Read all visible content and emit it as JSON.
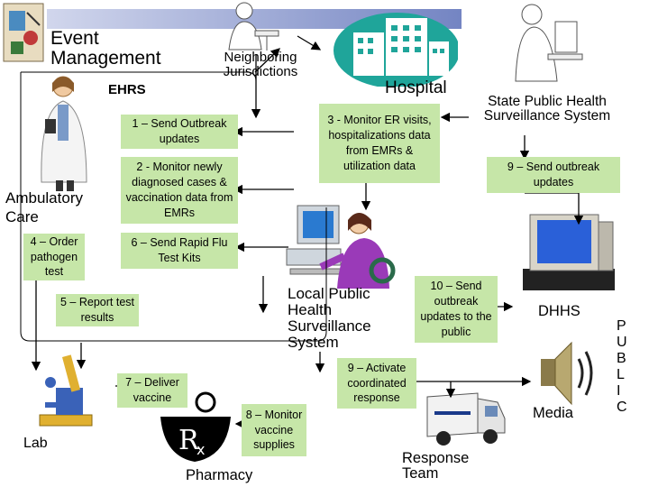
{
  "title": "Event Management",
  "labels": {
    "neighboring": "Neighboring Jurisdictions",
    "hospital": "Hospital",
    "ehrs": "EHRS",
    "state": "State Public Health Surveillance System",
    "ambulatory": "Ambulatory Care",
    "local": "Local Public Health Surveillance System",
    "dhhs": "DHHS",
    "media": "Media",
    "lab": "Lab",
    "pharmacy": "Pharmacy",
    "response": "Response Team",
    "public": "PUBLIC"
  },
  "steps": {
    "s1": "1 – Send Outbreak updates",
    "s2": "2 - Monitor newly diagnosed cases & vaccination data from EMRs",
    "s3": "3 - Monitor ER visits, hospitalizations data from EMRs & utilization data",
    "s4": "4 – Order pathogen test",
    "s5": "5 – Report test results",
    "s6": "6 – Send Rapid Flu Test Kits",
    "s7": "7 – Deliver vaccine",
    "s8": "8 – Monitor vaccine supplies",
    "s9a": "9 – Send outbreak updates",
    "s9b": "9 – Activate coordinated response",
    "s10": "10 – Send outbreak updates to the public"
  },
  "colors": {
    "box": "#c6e6a8",
    "arrow": "#000000",
    "hospital_teal": "#1fa59a",
    "title_bar": "#5b6fb8"
  }
}
